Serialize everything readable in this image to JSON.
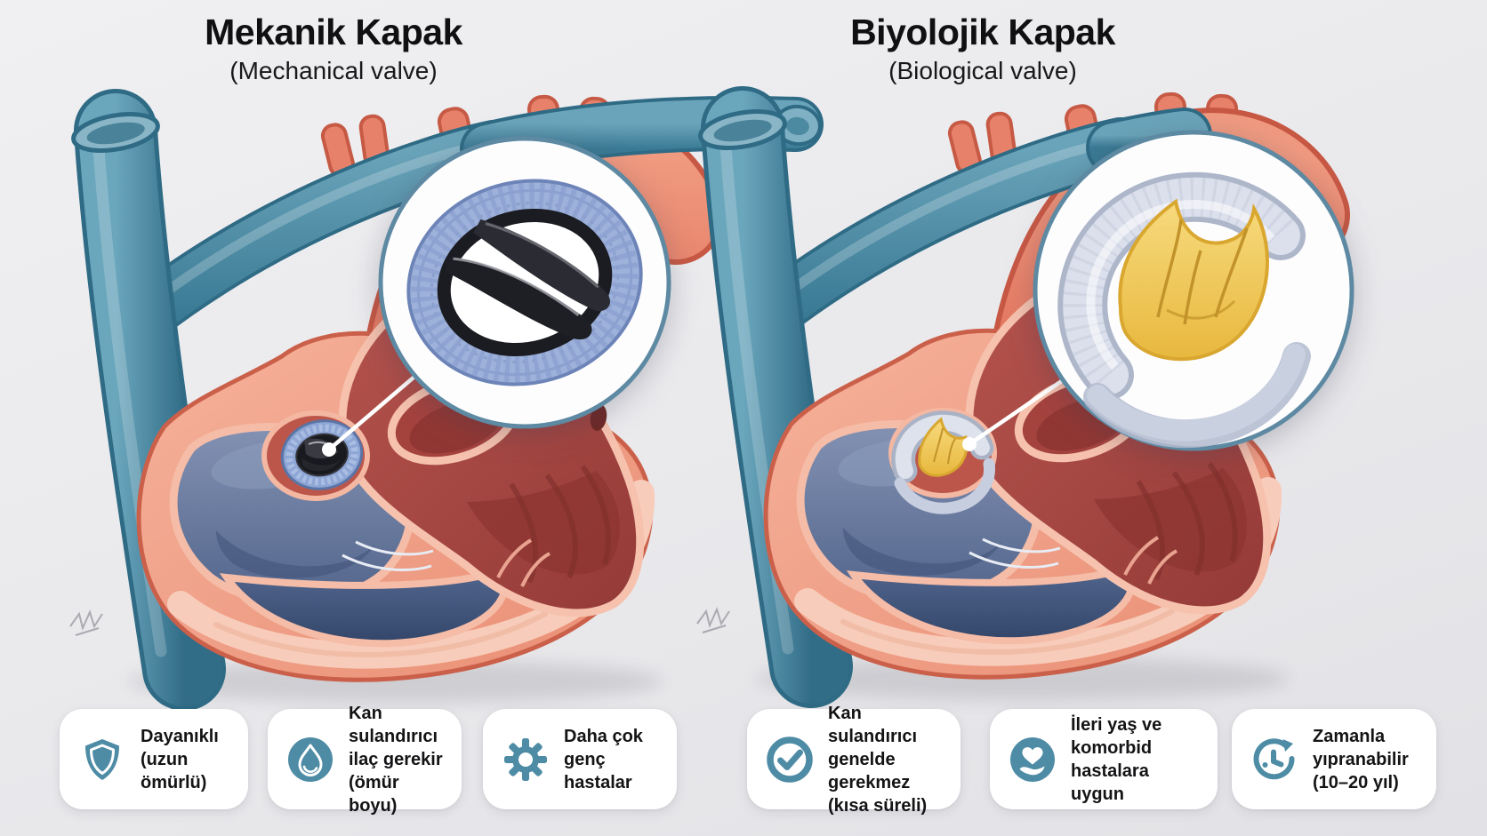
{
  "left_panel": {
    "title": "Mekanik Kapak",
    "subtitle": "(Mechanical valve)",
    "valve_type": "mechanical",
    "cards": [
      {
        "icon": "shield-icon",
        "text": "Dayanıklı\n(uzun ömürlü)"
      },
      {
        "icon": "droplet-icon",
        "text": "Kan sulandırıcı\nilaç gerekir\n(ömür boyu)"
      },
      {
        "icon": "gear-icon",
        "text": "Daha çok\ngenç hastalar"
      }
    ]
  },
  "right_panel": {
    "title": "Biyolojik Kapak",
    "subtitle": "(Biological valve)",
    "valve_type": "biological",
    "cards": [
      {
        "icon": "check-circle-icon",
        "text": "Kan sulandırıcı\ngenelde gerekmez\n(kısa süreli)"
      },
      {
        "icon": "heart-hand-icon",
        "text": "İleri yaş ve\nkomorbid hastalara\nuygun"
      },
      {
        "icon": "clock-history-icon",
        "text": "Zamanla\nyıpranabilir\n(10–20 yıl)"
      }
    ]
  },
  "palette": {
    "background": "#e9e9ec",
    "vessel_teal": "#3e7d97",
    "aorta_red": "#dd6450",
    "heart_wall_pink": "#f1a28d",
    "myocardium_pink": "#f8ccba",
    "right_chamber_blue": "#51648c",
    "left_ventricle_red": "#a8443f",
    "mech_ring_blue": "#9db1da",
    "mech_leaflet_black": "#1e1f25",
    "bio_stent_gray": "#dbe0ec",
    "bio_leaflet_yellow": "#f1c75a",
    "icon_teal": "#4e8ca6",
    "card_bg": "#ffffff",
    "text_dark": "#141416",
    "callout_border": "#5d89a2",
    "pointer_white": "#ffffff"
  }
}
